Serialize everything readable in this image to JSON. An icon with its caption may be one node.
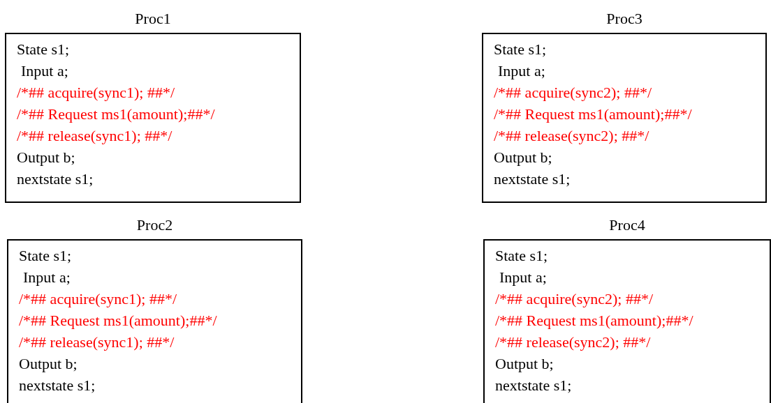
{
  "diagram": {
    "nodes": [
      {
        "text": [
          "Proc1",
          "State s1;",
          "Input a;",
          "/*## acquire(sync1); ##*/",
          "/*## Request ms1(amount);##*/",
          "/*## release(sync1); ##*/",
          "Output b;",
          "nextstate s1;"
        ]
      },
      {
        "text": [
          "Proc3",
          "State s1;",
          "Input a;",
          "/*## acquire(sync2); ##*/",
          "/*## Request ms1(amount);##*/",
          "/*## release(sync2); ##*/",
          "Output b;",
          "nextstate s1;"
        ]
      },
      {
        "text": [
          "Proc2",
          "State s1;",
          "Input a;",
          "/*## acquire(sync1); ##*/",
          "/*## Request ms1(amount);##*/",
          "/*## release(sync1); ##*/",
          "Output b;",
          "nextstate s1;"
        ]
      },
      {
        "text": [
          "Proc4",
          "State s1;",
          "Input a;",
          "/*## acquire(sync2); ##*/",
          "/*## Request ms1(amount);##*/",
          "/*## release(sync2); ##*/",
          "Output b;",
          "nextstate s1;"
        ]
      }
    ]
  }
}
